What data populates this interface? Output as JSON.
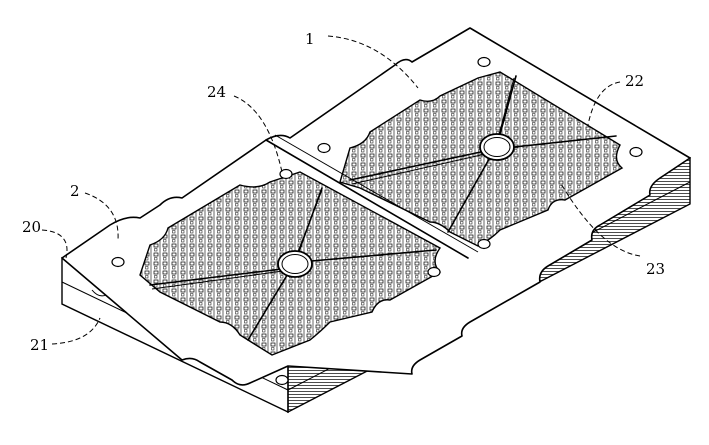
{
  "labels": {
    "l1": "1",
    "l2": "2",
    "l20": "20",
    "l21": "21",
    "l22": "22",
    "l23": "23",
    "l24": "24"
  }
}
